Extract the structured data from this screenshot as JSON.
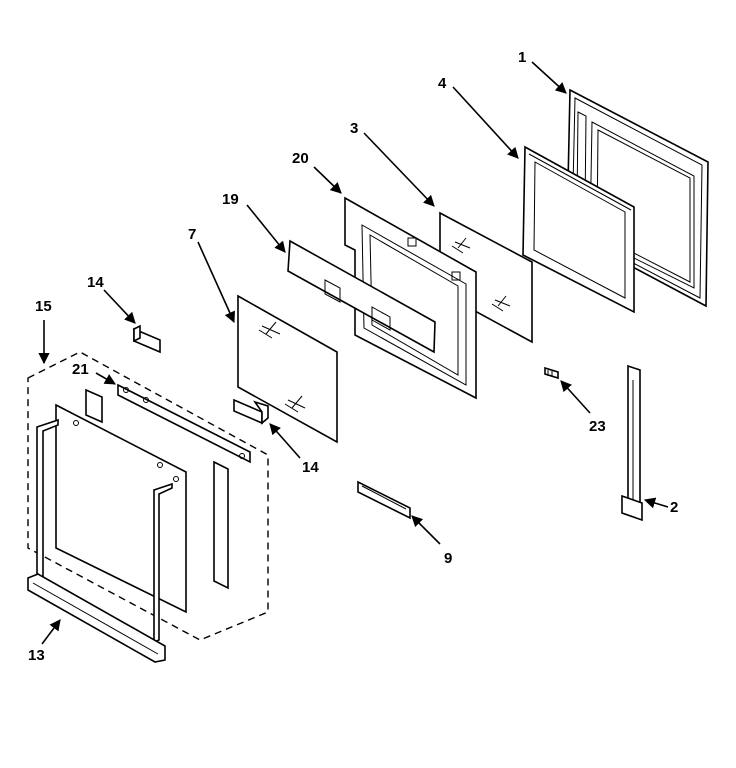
{
  "callouts": {
    "c1": "1",
    "c2": "2",
    "c3": "3",
    "c4": "4",
    "c7": "7",
    "c9": "9",
    "c13": "13",
    "c14a": "14",
    "c14b": "14",
    "c15": "15",
    "c19": "19",
    "c20": "20",
    "c21": "21",
    "c23": "23"
  }
}
